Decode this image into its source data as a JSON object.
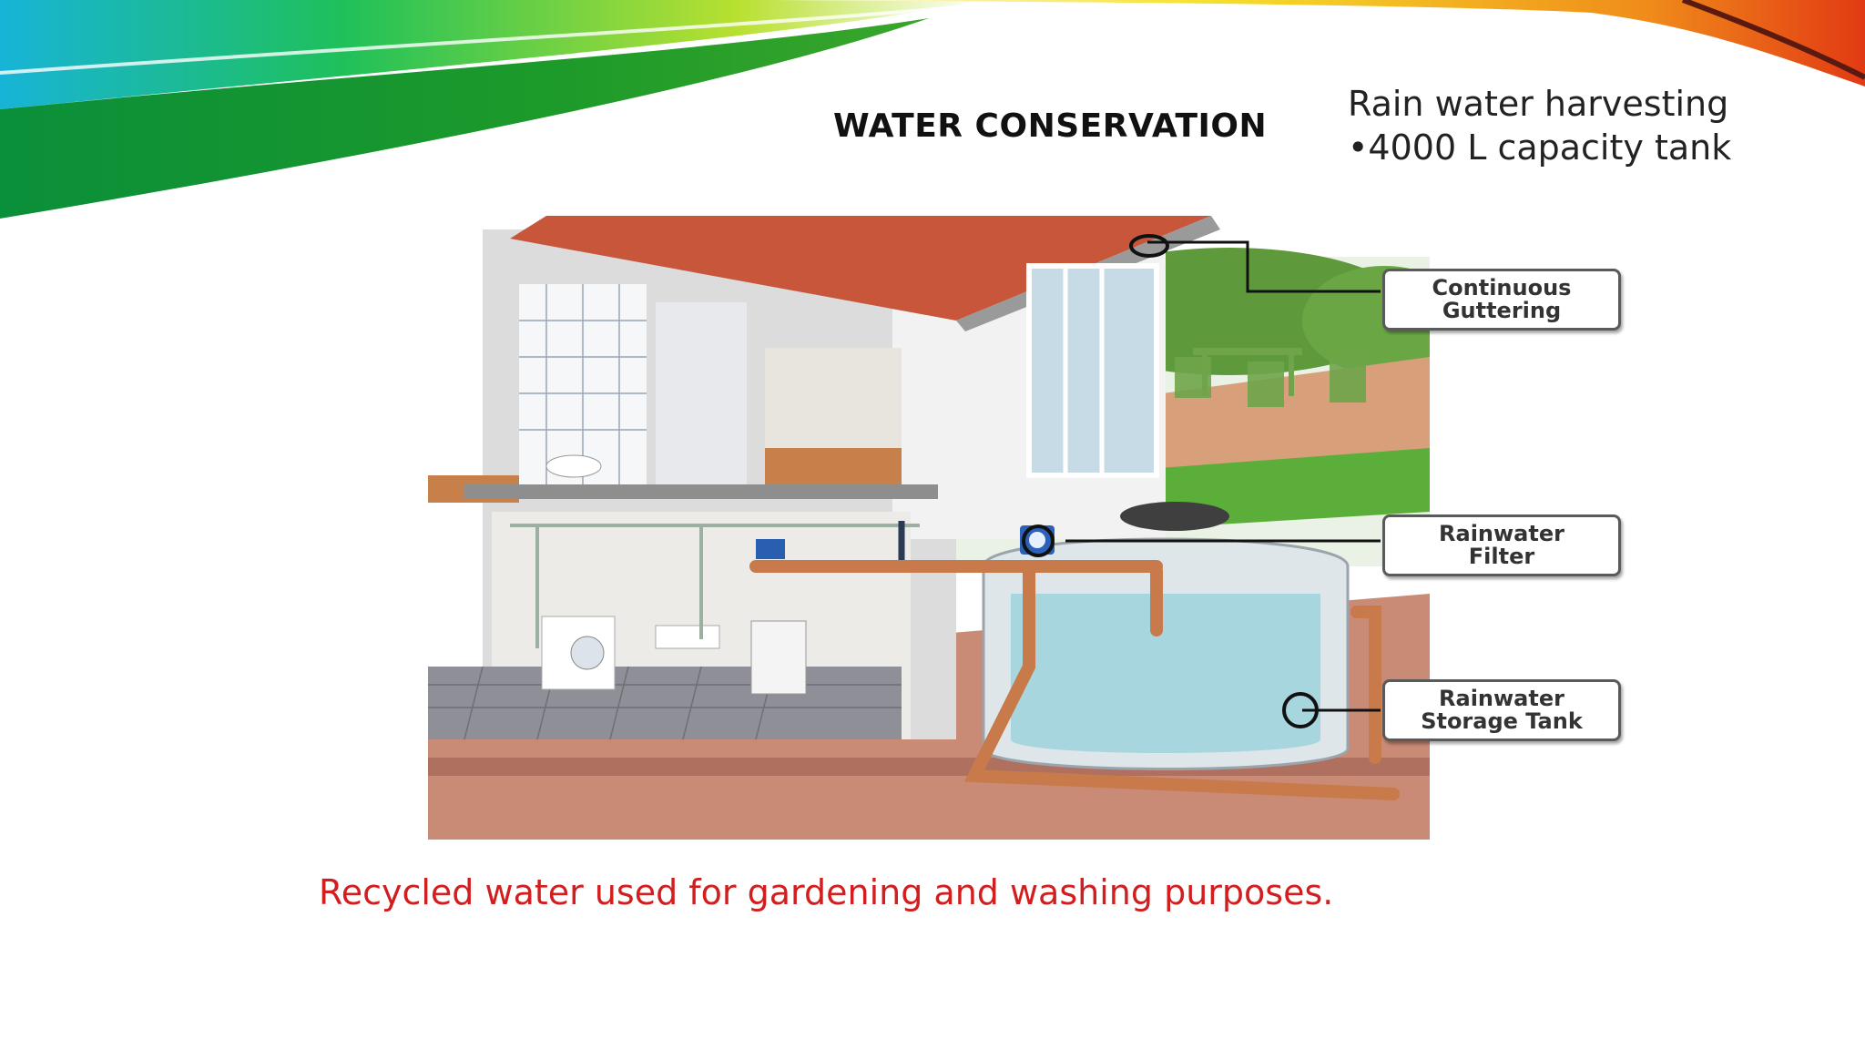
{
  "slide": {
    "title": "WATER CONSERVATION",
    "side_heading": "Rain water harvesting",
    "side_bullet": "•4000 L capacity tank",
    "caption": "Recycled water used for gardening and washing purposes."
  },
  "diagram": {
    "callouts": [
      {
        "line1": "Continuous",
        "line2": "Guttering"
      },
      {
        "line1": "Rainwater",
        "line2": "Filter"
      },
      {
        "line1": "Rainwater",
        "line2": "Storage Tank"
      }
    ]
  },
  "colors": {
    "caption": "#d21e1e",
    "roof": "#c8563a",
    "pipe": "#c87a4a",
    "water": "#a8d6df"
  }
}
